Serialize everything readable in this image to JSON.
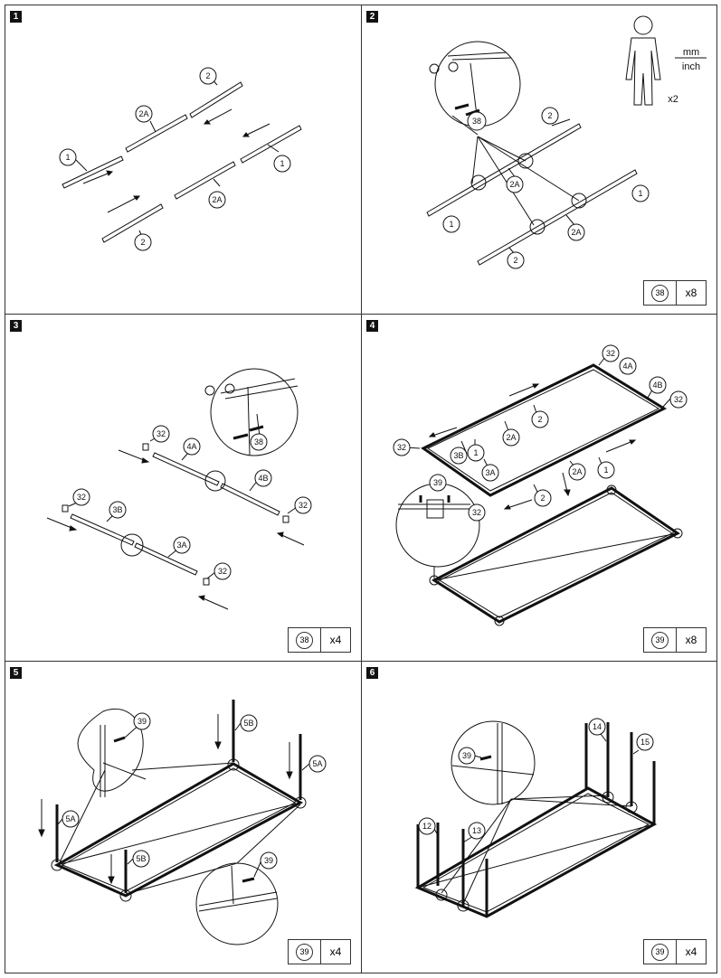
{
  "steps": [
    "1",
    "2",
    "3",
    "4",
    "5",
    "6"
  ],
  "units": {
    "top": "mm",
    "bottom": "inch",
    "people": "x2"
  },
  "quantities": [
    {
      "part": "38",
      "count": "x8"
    },
    {
      "part": "38",
      "count": "x4"
    },
    {
      "part": "39",
      "count": "x8"
    },
    {
      "part": "39",
      "count": "x4"
    },
    {
      "part": "39",
      "count": "x4"
    }
  ],
  "labels": {
    "p1": [
      "2",
      "2A",
      "1",
      "1",
      "2A",
      "2"
    ],
    "p2": [
      "38",
      "2",
      "2A",
      "1",
      "1",
      "2A",
      "2"
    ],
    "p3": [
      "32",
      "4A",
      "4B",
      "32",
      "32",
      "3B",
      "3A",
      "32",
      "38"
    ],
    "p4": [
      "32",
      "4A",
      "4B",
      "32",
      "32",
      "3B",
      "1",
      "2",
      "2A",
      "3A",
      "2A",
      "1",
      "39",
      "2",
      "32"
    ],
    "p5": [
      "39",
      "5B",
      "5A",
      "5A",
      "5B",
      "39"
    ],
    "p6": [
      "14",
      "15",
      "39",
      "12",
      "13"
    ]
  }
}
